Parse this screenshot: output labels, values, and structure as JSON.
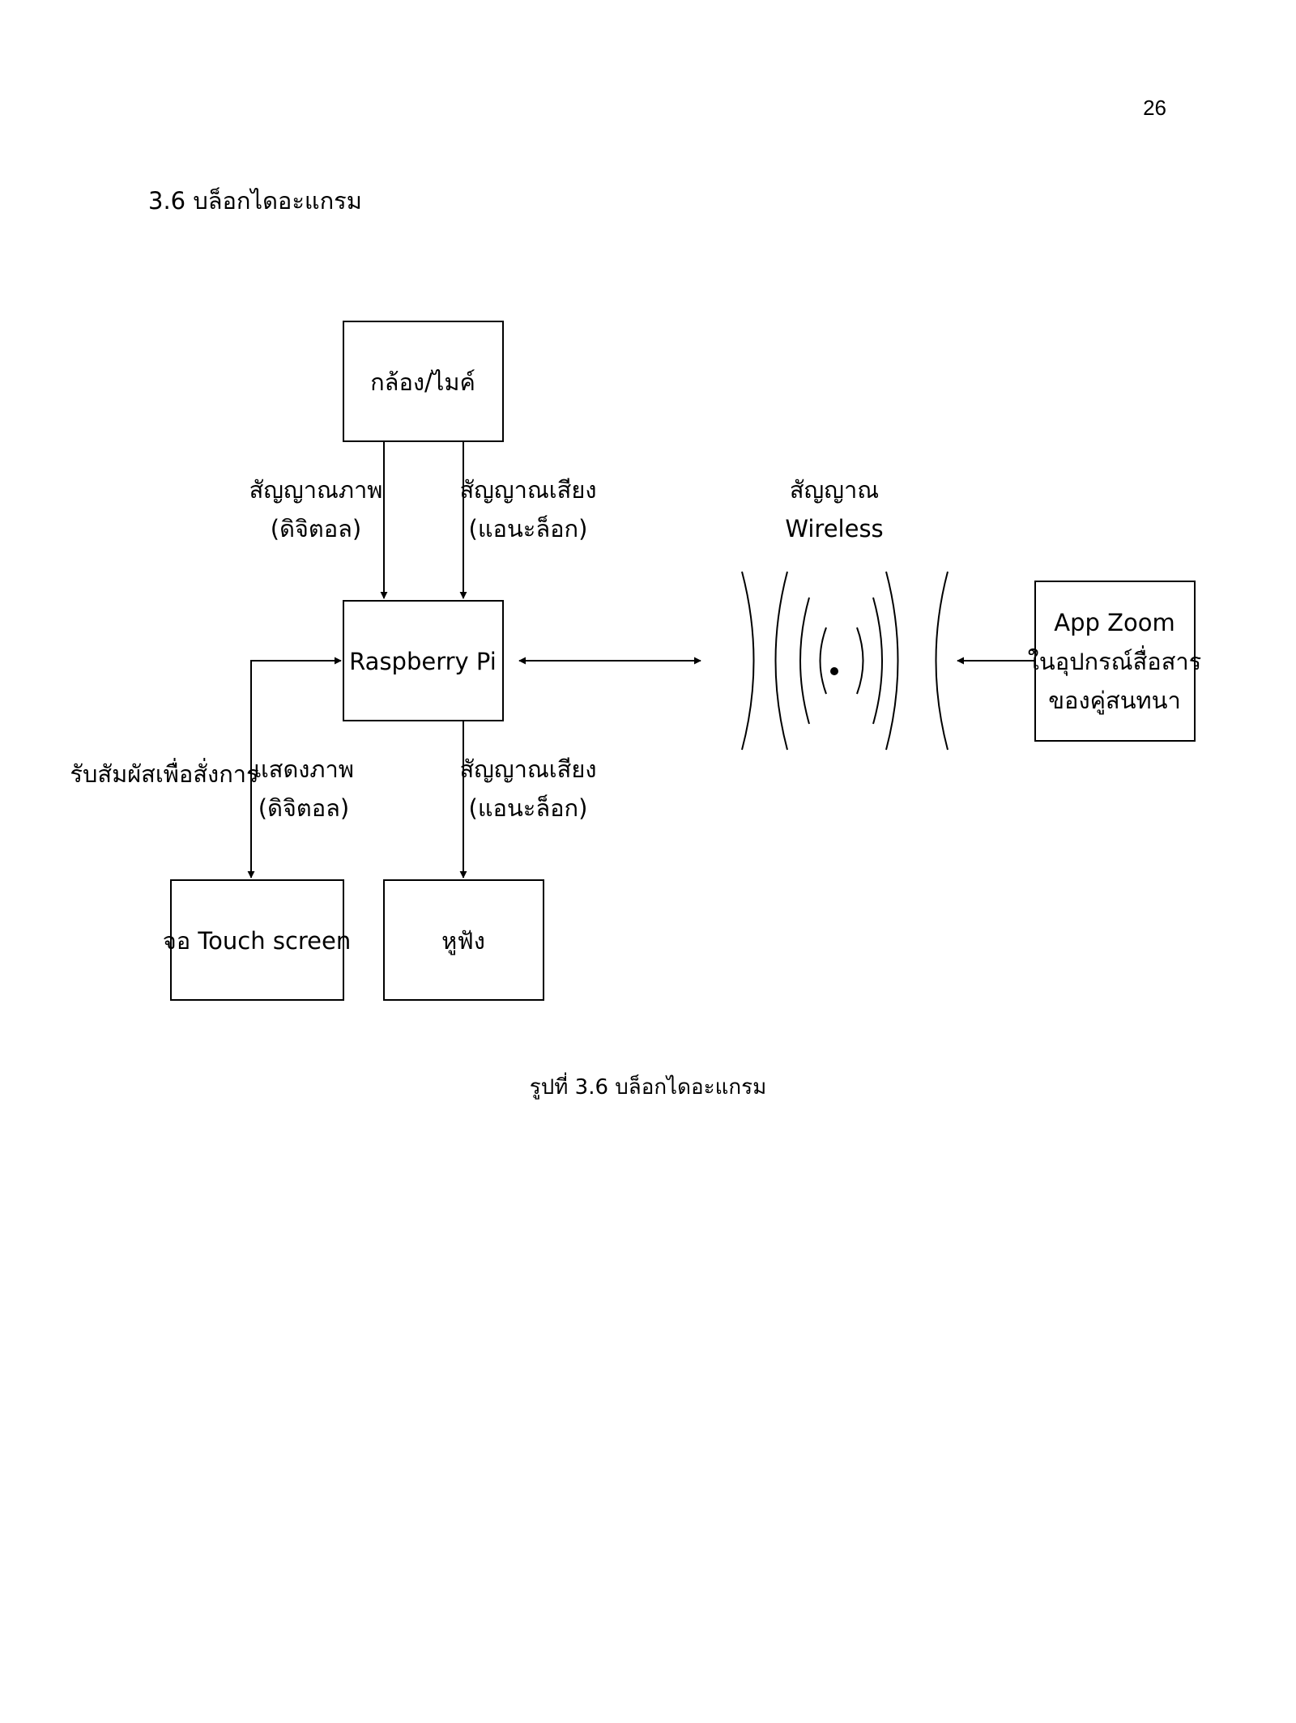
{
  "page": {
    "number": "26",
    "section_heading": "3.6 บล็อกไดอะแกรม",
    "caption": "รูปที่ 3.6 บล็อกไดอะแกรม"
  },
  "diagram": {
    "nodes": {
      "camera_mic": "กล้อง/ไมค์",
      "raspberry_pi": "Raspberry Pi",
      "touch_screen": "จอ Touch screen",
      "headphones": "หูฟัง",
      "app_zoom": [
        "App Zoom",
        "ในอุปกรณ์สื่อสาร",
        "ของคู่สนทนา"
      ]
    },
    "edge_labels": {
      "video_signal": [
        "สัญญาณภาพ",
        "(ดิจิตอล)"
      ],
      "audio_signal_in": [
        "สัญญาณเสียง",
        "(แอนะล็อก)"
      ],
      "wireless_signal": [
        "สัญญาณ",
        "Wireless"
      ],
      "touch_command": "รับสัมผัสเพื่อสั่งการ",
      "display_image": [
        "แสดงภาพ",
        "(ดิจิตอล)"
      ],
      "audio_signal_out": [
        "สัญญาณเสียง",
        "(แอนะล็อก)"
      ]
    }
  }
}
